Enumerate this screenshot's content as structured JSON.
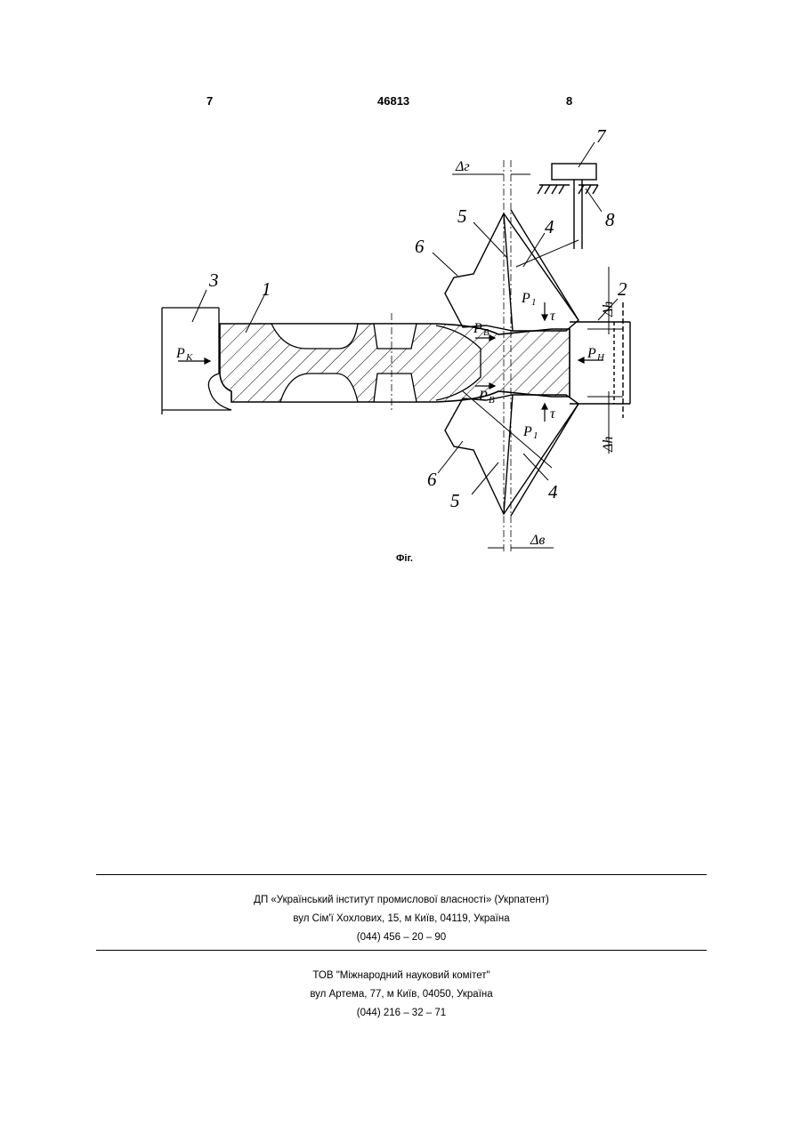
{
  "header": {
    "page_left": "7",
    "patent_number": "46813",
    "page_right": "8"
  },
  "figure": {
    "caption": "Фіг.",
    "part_labels": [
      "1",
      "2",
      "3",
      "4",
      "4",
      "5",
      "5",
      "6",
      "6",
      "7",
      "8"
    ],
    "symbols": {
      "P_K_main": "P",
      "P_K_sub": "K",
      "P_H_main": "P",
      "P_H_sub": "H",
      "P_B_main": "P",
      "P_B_sub": "B",
      "P_1_main": "P",
      "P_1_sub": "1",
      "tau": "τ",
      "delta_g": "Δг",
      "delta_b": "Δв",
      "delta_h": "Δh"
    }
  },
  "footer": {
    "publisher": {
      "name": "ДП «Український інститут промислової власності» (Укрпатент)",
      "address": "вул  Сім'ї Хохлових, 15, м  Київ, 04119, Україна",
      "phone": "(044) 456 – 20 –  90"
    },
    "printer": {
      "name": "ТОВ \"Міжнародний науковий комітет\"",
      "address": "вул  Артема, 77, м  Київ, 04050, Україна",
      "phone": "(044) 216 – 32 – 71"
    }
  }
}
